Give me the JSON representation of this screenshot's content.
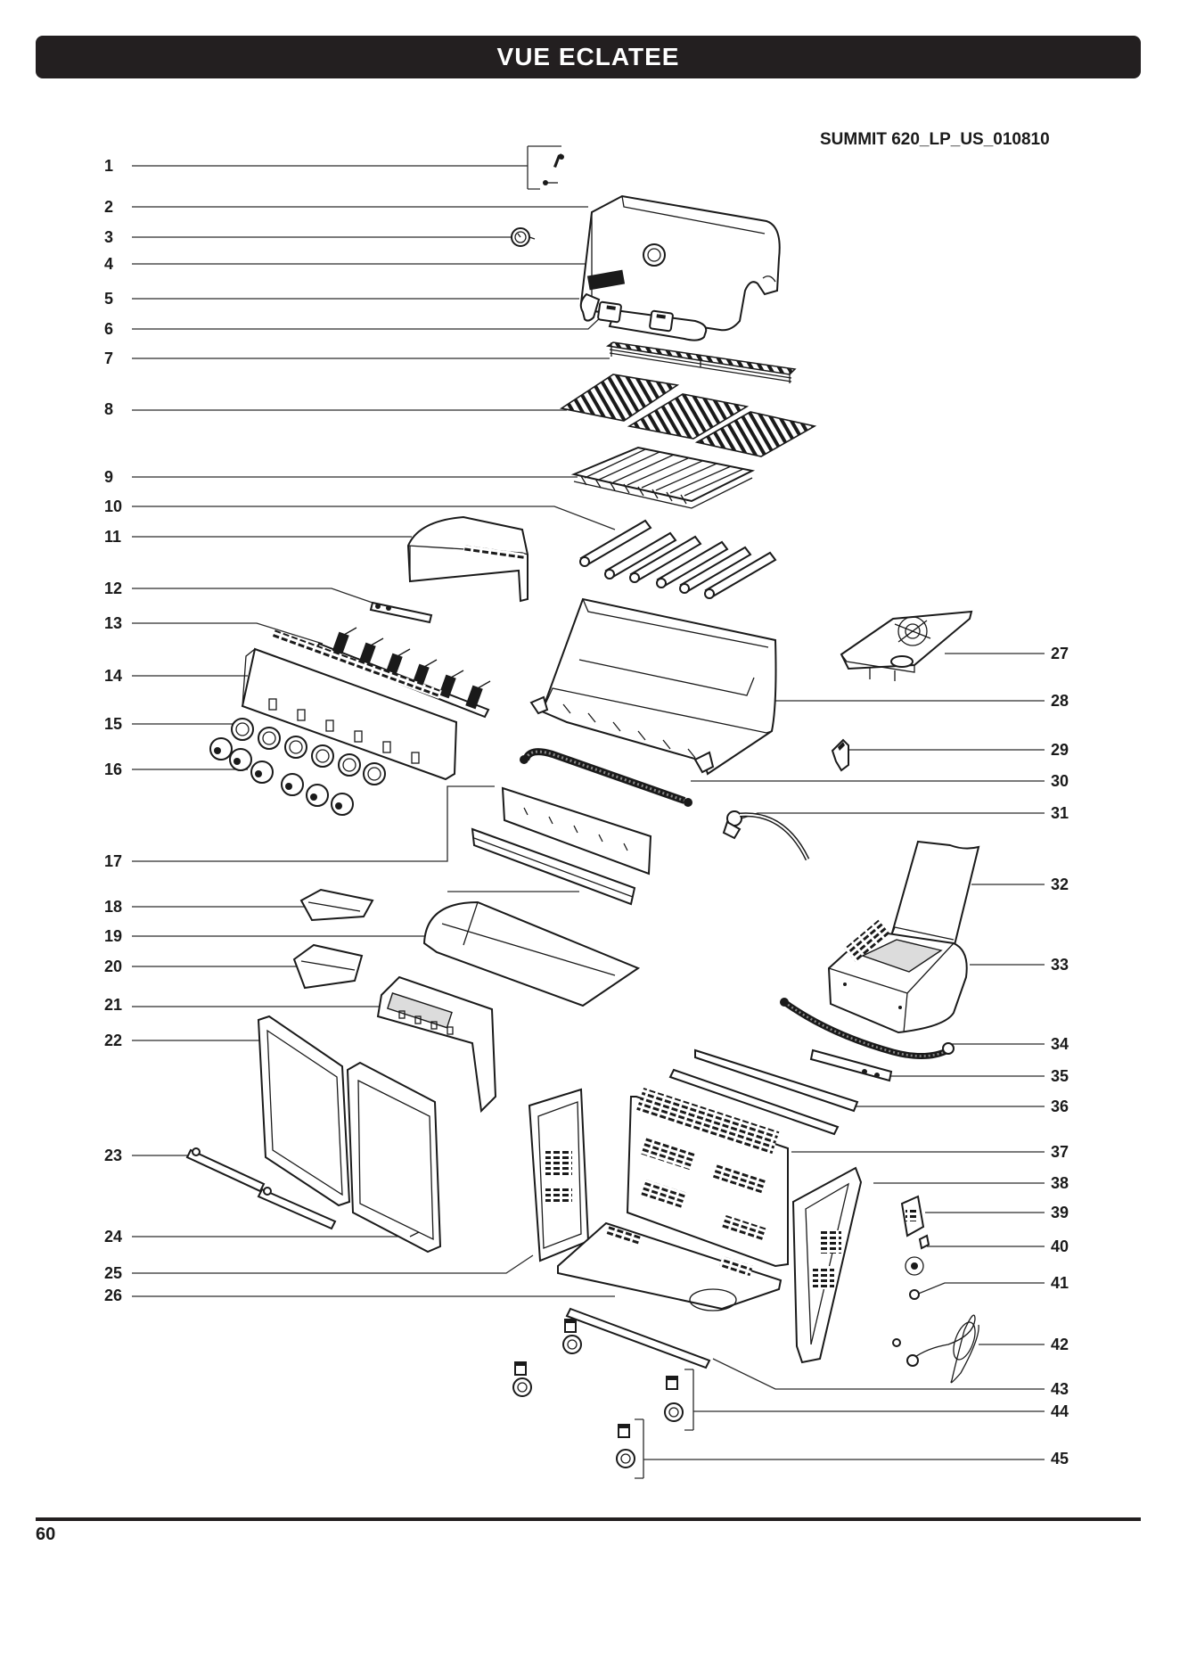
{
  "header": {
    "title": "VUE ECLATEE"
  },
  "model_code": "SUMMIT 620_LP_US_010810",
  "page_number": "60",
  "callouts_left": [
    "1",
    "2",
    "3",
    "4",
    "5",
    "6",
    "7",
    "8",
    "9",
    "10",
    "11",
    "12",
    "13",
    "14",
    "15",
    "16",
    "17",
    "18",
    "19",
    "20",
    "21",
    "22",
    "23",
    "24",
    "25",
    "26"
  ],
  "callouts_right": [
    "27",
    "28",
    "29",
    "30",
    "31",
    "32",
    "33",
    "34",
    "35",
    "36",
    "37",
    "38",
    "39",
    "40",
    "41",
    "42",
    "43",
    "44",
    "45"
  ]
}
